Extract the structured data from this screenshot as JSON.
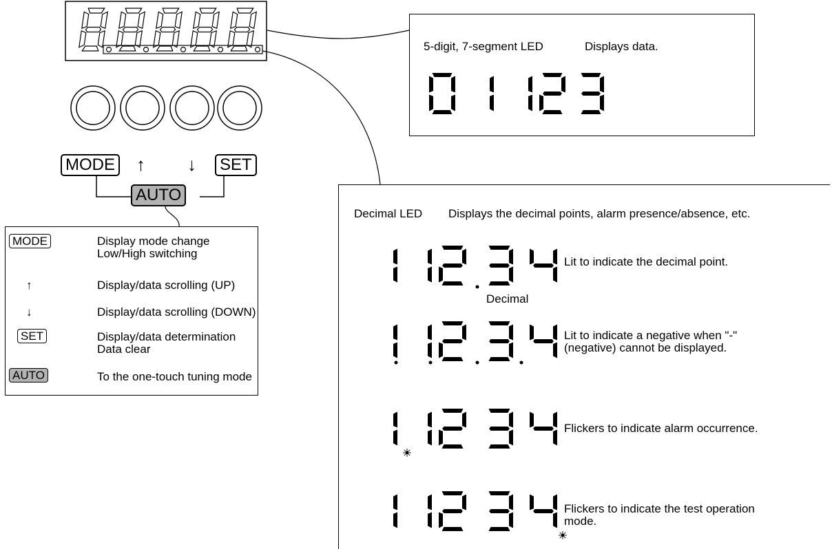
{
  "device": {
    "buttons": {
      "mode": "MODE",
      "up": "↑",
      "down": "↓",
      "set": "SET",
      "auto": "AUTO"
    }
  },
  "led_callout": {
    "title": "5-digit, 7-segment LED",
    "description": "Displays data.",
    "example_value": "01123"
  },
  "key_legend": [
    {
      "key": "MODE",
      "style": "boxed",
      "lines": [
        "Display mode change",
        "Low/High switching"
      ]
    },
    {
      "key": "↑",
      "style": "arrow",
      "lines": [
        "Display/data scrolling (UP)"
      ]
    },
    {
      "key": "↓",
      "style": "arrow",
      "lines": [
        "Display/data scrolling (DOWN)"
      ]
    },
    {
      "key": "SET",
      "style": "boxed",
      "lines": [
        "Display/data determination",
        "Data clear"
      ]
    },
    {
      "key": "AUTO",
      "style": "shaded",
      "lines": [
        "To the one-touch tuning mode"
      ]
    }
  ],
  "decimal_callout": {
    "title": "Decimal LED",
    "description": "Displays the decimal points, alarm presence/absence, etc.",
    "decimal_label": "Decimal",
    "rows": [
      {
        "value": "11234",
        "indicator": "decimal_point",
        "lines": [
          "Lit to indicate the decimal point."
        ]
      },
      {
        "value": "11234",
        "indicator": "all_points",
        "lines": [
          "Lit to indicate a negative when \"-\"",
          "(negative) cannot be displayed."
        ]
      },
      {
        "value": "11234",
        "indicator": "alarm_flicker",
        "lines": [
          "Flickers to indicate alarm occurrence."
        ]
      },
      {
        "value": "11234",
        "indicator": "test_flicker",
        "lines": [
          "Flickers to indicate the test operation",
          "mode."
        ]
      }
    ]
  }
}
